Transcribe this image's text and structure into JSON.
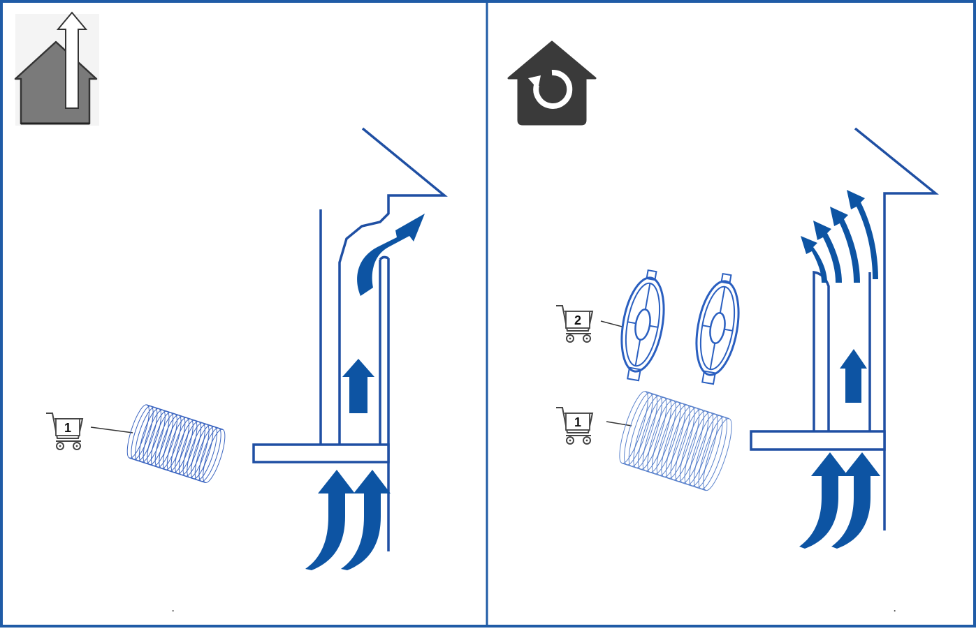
{
  "panels": [
    {
      "id": "ducted-extraction",
      "mode_icon": "house-exhaust-arrow-icon",
      "accessories": [
        {
          "label": "1",
          "item": "flexible-duct-hose"
        }
      ],
      "dot": "."
    },
    {
      "id": "recirculation",
      "mode_icon": "house-recirculation-icon",
      "accessories": [
        {
          "label": "2",
          "item": "carbon-filters"
        },
        {
          "label": "1",
          "item": "flexible-duct-hose"
        }
      ],
      "dot": "."
    }
  ],
  "colors": {
    "border": "#1f5ba6",
    "line": "#1f4fa3",
    "arrow": "#0d54a3",
    "icon_exhaust": "#7a7a7a",
    "icon_recirc": "#3a3a3a",
    "cart": "#444444"
  }
}
